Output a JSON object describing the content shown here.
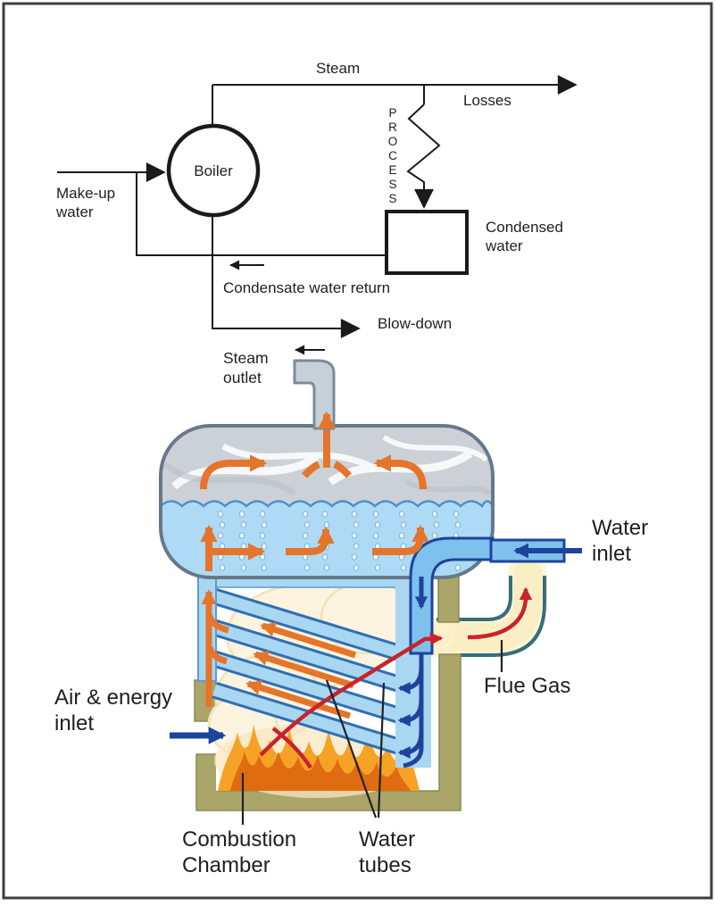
{
  "figure": {
    "type": "boiler-system-diagram",
    "description": "Schematic steam/condensate flow loop above a cutaway illustration of a fire-tube boiler"
  },
  "schematic": {
    "boiler_label": "Boiler",
    "steam_label": "Steam",
    "losses_label": "Losses",
    "process_label": "PROCESS",
    "condensed_water_label": "Condensed\nwater",
    "makeup_water_label": "Make-up\nwater",
    "condensate_return_label": "Condensate water return",
    "blowdown_label": "Blow-down"
  },
  "illustration": {
    "steam_outlet_label": "Steam\noutlet",
    "water_inlet_label": "Water\ninlet",
    "flue_gas_label": "Flue Gas",
    "air_energy_inlet_label": "Air & energy\ninlet",
    "combustion_chamber_label": "Combustion\nChamber",
    "water_tubes_label": "Water\ntubes"
  },
  "palette": {
    "schematic_line": "#1a1a1a",
    "hot_flow_orange": "#e4752b",
    "cold_water_blue": "#1c449b",
    "flue_gas_red": "#c9232b",
    "duct_teal": "#376e7c",
    "shell_olive": "#aaa569",
    "water_fill": "#aedaf5",
    "steam_fill": "#cbd1d7",
    "tube_fill": "#a9d7f2",
    "tube_outline": "#2f6eb4",
    "duct_glow_cream": "#fcf1cd",
    "flame_bright": "#f6a227",
    "flame_dark": "#e06c12"
  }
}
